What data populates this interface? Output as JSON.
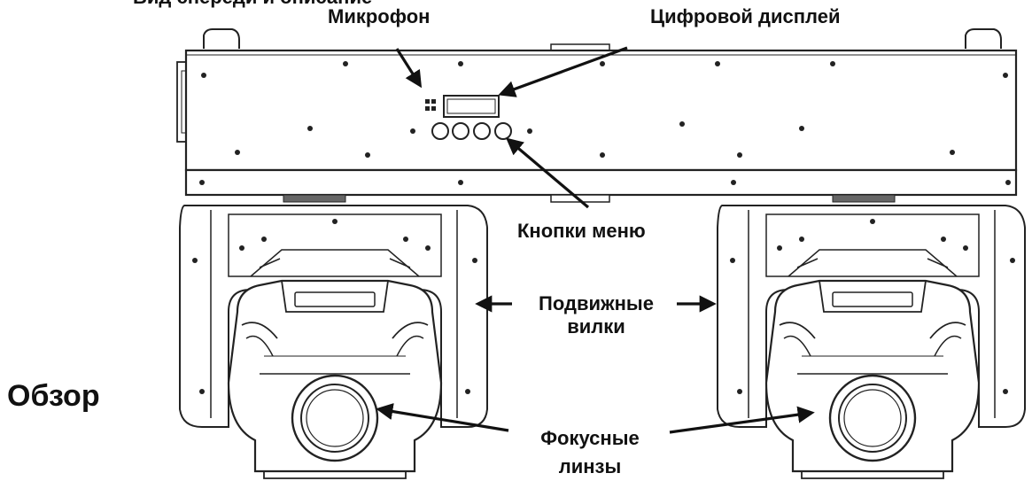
{
  "title": "Обзор",
  "top_cut_text": "Вид спереди и описание",
  "labels": {
    "microphone": "Микрофон",
    "display": "Цифровой дисплей",
    "menu_buttons": "Кнопки меню",
    "moving_forks_l1": "Подвижные",
    "moving_forks_l2": "вилки",
    "focus_lens_l1": "Фокусные",
    "focus_lens_l2": "линзы"
  }
}
